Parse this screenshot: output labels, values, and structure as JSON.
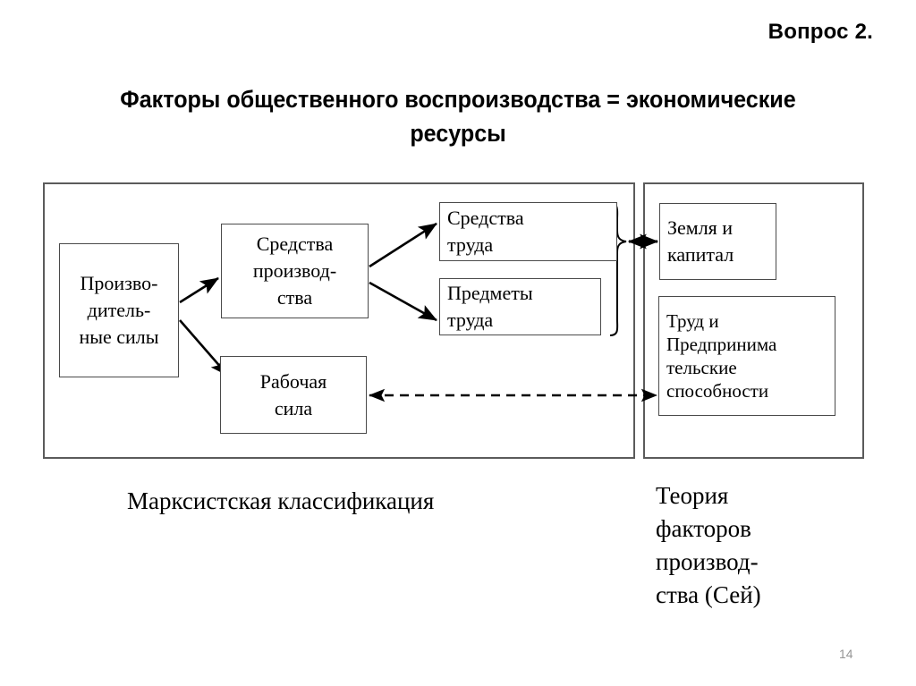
{
  "slide": {
    "header": "Вопрос 2.",
    "title": "Факторы общественного воспроизводства = экономические ресурсы",
    "page_number": "14",
    "page_number_color": "#969696"
  },
  "diagram": {
    "containers": [
      {
        "id": "marxist",
        "caption": "Марксистская классификация"
      },
      {
        "id": "factors",
        "caption": "Теория факторов производ- ства (Сей)"
      }
    ],
    "nodes": {
      "productive_forces": "Произво-\nдитель-\nные силы",
      "means_of_production": "Средства\nпроизвод-\nства",
      "means_of_labour": "Средства\nтруда",
      "objects_of_labour": "Предметы\nтруда",
      "labour_force": "Рабочая\nсила",
      "land_and_capital": "Земля и\nкапитал",
      "labour_and_entrepreneurship": "Труд и\nПредпринима\nтельские\nспособности"
    },
    "captions": {
      "marxist": "Марксистская классификация",
      "factors_line1": "Теория",
      "factors_line2": "факторов",
      "factors_line3": "производ-",
      "factors_line4": "ства (Сей)"
    },
    "connectors": [
      {
        "name": "forces-to-means-of-production",
        "style": "solid-arrow"
      },
      {
        "name": "forces-to-labour-force",
        "style": "solid-arrow"
      },
      {
        "name": "means-production-to-means-labour",
        "style": "solid-arrow"
      },
      {
        "name": "means-production-to-objects-labour",
        "style": "solid-arrow"
      },
      {
        "name": "brace-to-land-capital",
        "style": "double-headed-arrow"
      },
      {
        "name": "labour-entrepreneur-to-labour-force",
        "style": "dashed-double-headed-arrow"
      }
    ],
    "colors": {
      "stroke": "#000000",
      "container_border": "#5b5b5b",
      "node_border": "#4a4a4a",
      "background": "#ffffff"
    }
  }
}
